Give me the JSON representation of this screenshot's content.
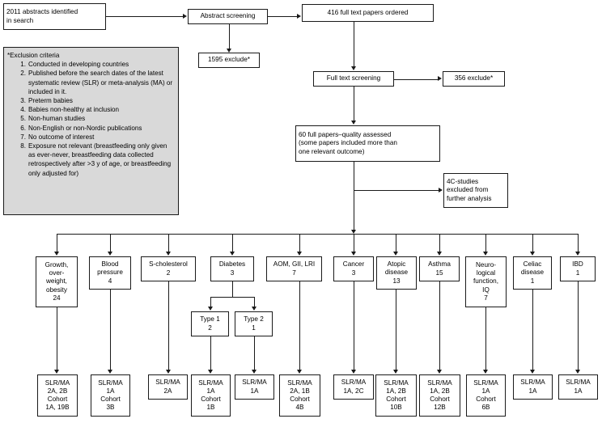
{
  "figure": {
    "type": "flowchart",
    "title": "Literature search and selection flow diagram"
  },
  "flow": {
    "start": {
      "lines": [
        "2011 abstracts identified",
        "in search"
      ]
    },
    "abstract_screening": {
      "lines": [
        "Abstract screening"
      ]
    },
    "abstract_exclude": {
      "lines": [
        "1595 exclude*"
      ]
    },
    "full_text_ordered": {
      "lines": [
        "416 full text papers ordered"
      ]
    },
    "full_text_screening": {
      "lines": [
        "Full text screening"
      ]
    },
    "full_text_exclude": {
      "lines": [
        "356 exclude*"
      ]
    },
    "quality_assessed": {
      "lines": [
        "60 full papers–quality assessed",
        "(some papers included more than",
        "one relevant outcome)"
      ]
    },
    "c4_excluded": {
      "lines": [
        "4C-studies",
        "excluded from",
        "further analysis"
      ]
    }
  },
  "exclusion_note": {
    "title": "*Exclusion criteria",
    "items": [
      {
        "num": "1.",
        "text": "Conducted in developing countries"
      },
      {
        "num": "2.",
        "text": "Published before the search dates of the latest systematic review (SLR) or meta-analysis (MA) or included in it."
      },
      {
        "num": "3.",
        "text": "Preterm babies"
      },
      {
        "num": "4.",
        "text": "Babies non-healthy at inclusion"
      },
      {
        "num": "5.",
        "text": "Non-human studies"
      },
      {
        "num": "6.",
        "text": "Non-English or non-Nordic publications"
      },
      {
        "num": "7.",
        "text": "No outcome of interest"
      },
      {
        "num": "8.",
        "text": "Exposure not relevant (breastfeeding only given as ever-never, breastfeeding data collected retrospectively after >3 y of age, or breastfeeding only adjusted for)"
      }
    ]
  },
  "outcomes": [
    {
      "id": "growth",
      "lines": [
        "Growth,",
        "over-",
        "weight,",
        "obesity",
        "24"
      ]
    },
    {
      "id": "bloodpress",
      "lines": [
        "Blood",
        "pressure",
        "4"
      ]
    },
    {
      "id": "cholesterol",
      "lines": [
        "S-cholesterol",
        "2"
      ]
    },
    {
      "id": "diabetes",
      "lines": [
        "Diabetes",
        "3"
      ]
    },
    {
      "id": "aom",
      "lines": [
        "AOM, GII, LRI",
        "7"
      ]
    },
    {
      "id": "cancer",
      "lines": [
        "Cancer",
        "3"
      ]
    },
    {
      "id": "atopic",
      "lines": [
        "Atopic",
        "disease",
        "13"
      ]
    },
    {
      "id": "asthma",
      "lines": [
        "Asthma",
        "15"
      ]
    },
    {
      "id": "neuro",
      "lines": [
        "Neuro-",
        "logical",
        "function,",
        "IQ",
        "7"
      ]
    },
    {
      "id": "celiac",
      "lines": [
        "Celiac",
        "disease",
        "1"
      ]
    },
    {
      "id": "ibd",
      "lines": [
        "IBD",
        "1"
      ]
    }
  ],
  "diabetes_subtypes": [
    {
      "id": "type1",
      "lines": [
        "Type 1",
        "2"
      ]
    },
    {
      "id": "type2",
      "lines": [
        "Type 2",
        "1"
      ]
    }
  ],
  "evidence": [
    {
      "id": "ev-growth",
      "lines": [
        "SLR/MA",
        "2A, 2B",
        "Cohort",
        "1A, 19B"
      ]
    },
    {
      "id": "ev-bloodpress",
      "lines": [
        "SLR/MA",
        "1A",
        "Cohort",
        "3B"
      ]
    },
    {
      "id": "ev-cholesterol",
      "lines": [
        "SLR/MA",
        "2A"
      ]
    },
    {
      "id": "ev-type1",
      "lines": [
        "SLR/MA",
        "1A",
        "Cohort",
        "1B"
      ]
    },
    {
      "id": "ev-type2",
      "lines": [
        "SLR/MA",
        "1A"
      ]
    },
    {
      "id": "ev-aom",
      "lines": [
        "SLR/MA",
        "2A, 1B",
        "Cohort",
        "4B"
      ]
    },
    {
      "id": "ev-cancer",
      "lines": [
        "SLR/MA",
        "1A, 2C"
      ]
    },
    {
      "id": "ev-atopic",
      "lines": [
        "SLR/MA",
        "1A, 2B",
        "Cohort",
        "10B"
      ]
    },
    {
      "id": "ev-asthma",
      "lines": [
        "SLR/MA",
        "1A, 2B",
        "Cohort",
        "12B"
      ]
    },
    {
      "id": "ev-neuro",
      "lines": [
        "SLR/MA",
        "1A",
        "Cohort",
        "6B"
      ]
    },
    {
      "id": "ev-celiac",
      "lines": [
        "SLR/MA",
        "1A"
      ]
    },
    {
      "id": "ev-ibd",
      "lines": [
        "SLR/MA",
        "1A"
      ]
    }
  ],
  "colors": {
    "stroke": "#1a1a1a",
    "note_fill": "#d9d9d9",
    "box_fill": "#ffffff",
    "background": "#ffffff"
  }
}
